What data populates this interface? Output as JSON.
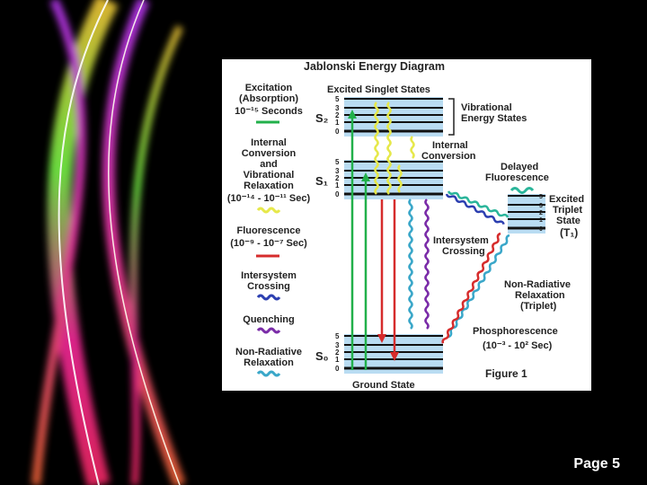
{
  "page": {
    "number_label": "Page 5"
  },
  "diagram": {
    "title": "Jablonski Energy Diagram",
    "excited_singlet_states": "Excited Singlet States",
    "vibrational_energy_states": [
      "Vibrational",
      "Energy States"
    ],
    "internal_conversion_label": [
      "Internal",
      "Conversion"
    ],
    "delayed_fluorescence_label": [
      "Delayed",
      "Fluorescence"
    ],
    "excited_triplet_label": [
      "Excited",
      "Triplet",
      "State"
    ],
    "triplet_symbol": "(T₁)",
    "intersystem_crossing_label": [
      "Intersystem",
      "Crossing"
    ],
    "non_radiative_triplet_label": [
      "Non-Radiative",
      "Relaxation",
      "(Triplet)"
    ],
    "phosphorescence_label": "Phosphorescence",
    "phosphorescence_time": "(10⁻³ - 10² Sec)",
    "figure_label": "Figure 1",
    "ground_state": "Ground State",
    "state_s2": "S₂",
    "state_s1": "S₁",
    "state_s0": "S₀",
    "level_numbers": [
      "5",
      "3",
      "2",
      "1",
      "0"
    ]
  },
  "legend": {
    "excitation": [
      "Excitation",
      "(Absorption)",
      "10⁻¹⁵ Seconds"
    ],
    "internal_conversion": [
      "Internal",
      "Conversion",
      "and",
      "Vibrational",
      "Relaxation",
      "(10⁻¹⁴ - 10⁻¹¹ Sec)"
    ],
    "fluorescence": [
      "Fluorescence",
      "(10⁻⁹ - 10⁻⁷ Sec)"
    ],
    "intersystem_crossing": [
      "Intersystem",
      "Crossing"
    ],
    "quenching": "Quenching",
    "non_radiative": [
      "Non-Radiative",
      "Relaxation"
    ]
  },
  "colors": {
    "excitation": "#22b04b",
    "internal_conversion": "#e6e84a",
    "fluorescence": "#d62c2c",
    "intersystem_crossing": "#2c3fb0",
    "quenching": "#7a2ca8",
    "non_radiative": "#3aa7c9",
    "delayed_fluorescence": "#2ab59a",
    "level_fill": "#b9dcf2"
  }
}
